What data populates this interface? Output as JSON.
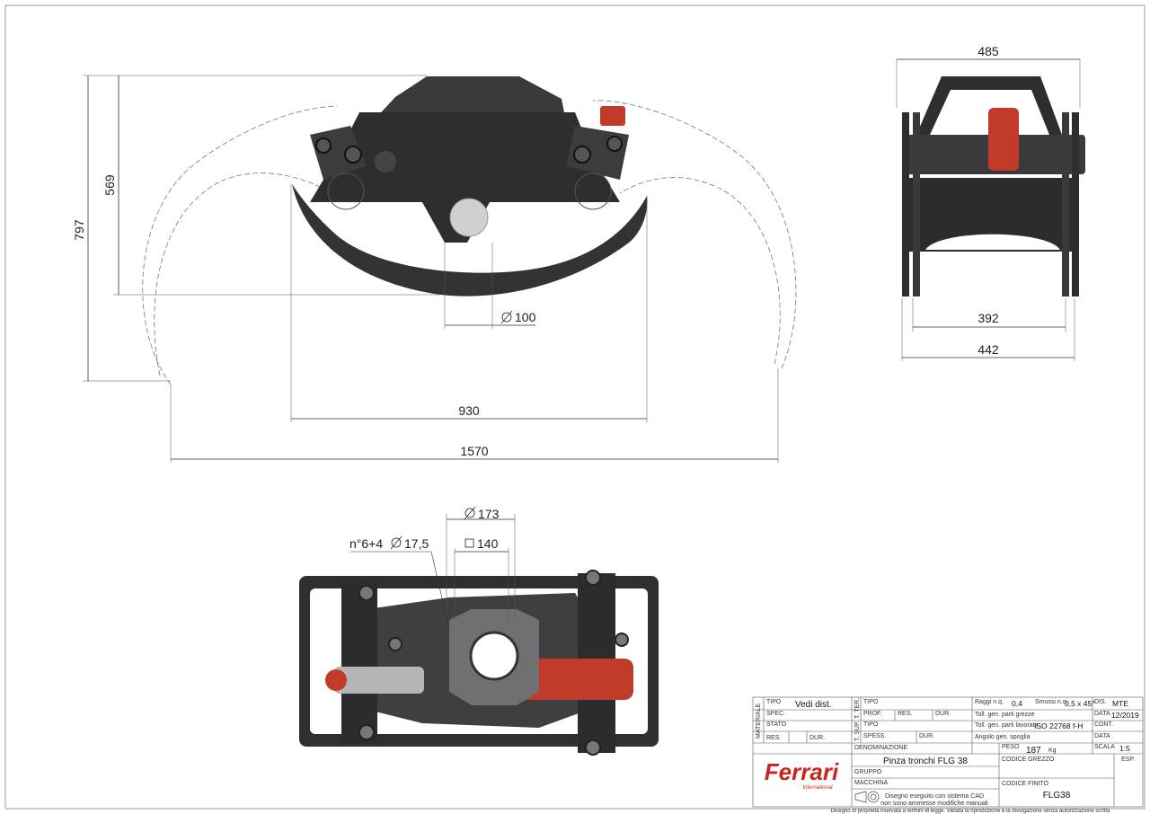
{
  "drawing": {
    "front_view": {
      "dim_overall_height": "797",
      "dim_body_height": "569",
      "dim_bore": "100",
      "dim_inner_span": "930",
      "dim_outer_span": "1570"
    },
    "side_view": {
      "dim_top_width": "485",
      "dim_inner_width": "392",
      "dim_outer_width": "442"
    },
    "top_view": {
      "dim_circle": "173",
      "dim_square": "140",
      "dim_holes_prefix": "n°6+4",
      "dim_holes": "17,5"
    }
  },
  "title_block": {
    "side_labels": {
      "materiale": "MATERIALE",
      "t_ter": "T. TER.",
      "t_sup": "T. SUP."
    },
    "tipo_label": "TIPO",
    "tipo_value": "Vedi dist.",
    "spec_label": "SPEC.",
    "stato_label": "STATO",
    "res_label": "RES.",
    "dur_label": "DUR.",
    "prof_label": "PROF.",
    "spess_label": "SPESS.",
    "raggi_label": "Raggi n.q.",
    "raggi_value": "0,4",
    "smussi_label": "Smussi n.q.",
    "smussi_value": "0,5 x 45°",
    "toll_grezze": "Toll. gen. parti grezze",
    "toll_lavorate": "Toll. gen. parti lavorate",
    "toll_lavorate_value": "ISO 22768 f-H",
    "angolo_spoglia": "Angolo gen. spoglia",
    "dis_label": "DIS.",
    "dis_value": "MTE",
    "data_label": "DATA",
    "data_value": "12/2019",
    "cont_label": "CONT.",
    "data2_label": "DATA",
    "scala_label": "SCALA",
    "scala_value": "1:5",
    "esp_label": "ESP.",
    "denominazione_label": "DENOMINAZIONE",
    "denominazione_value": "Pinza tronchi FLG 38",
    "peso_label": "PESO",
    "peso_value": "187",
    "peso_unit": "Kg",
    "gruppo_label": "GRUPPO",
    "codice_grezzo_label": "CODICE GREZZO",
    "macchina_label": "MACCHINA",
    "codice_finito_label": "CODICE FINITO",
    "codice_finito_value": "FLG38",
    "cad_note_1": "Disegno eseguito con sistema CAD",
    "cad_note_2": "non sono ammesse modifiche manuali",
    "logo_text": "Ferrari",
    "logo_sub": "International",
    "footer": "Disegno di proprietà riservata a termini di legge. Vietata la riproduzione e la divulgazione senza autorizzazione scritta"
  },
  "colors": {
    "body": "#2e2e30",
    "body_light": "#4a4a4c",
    "red": "#c23a2a",
    "logo": "#c8261e"
  }
}
